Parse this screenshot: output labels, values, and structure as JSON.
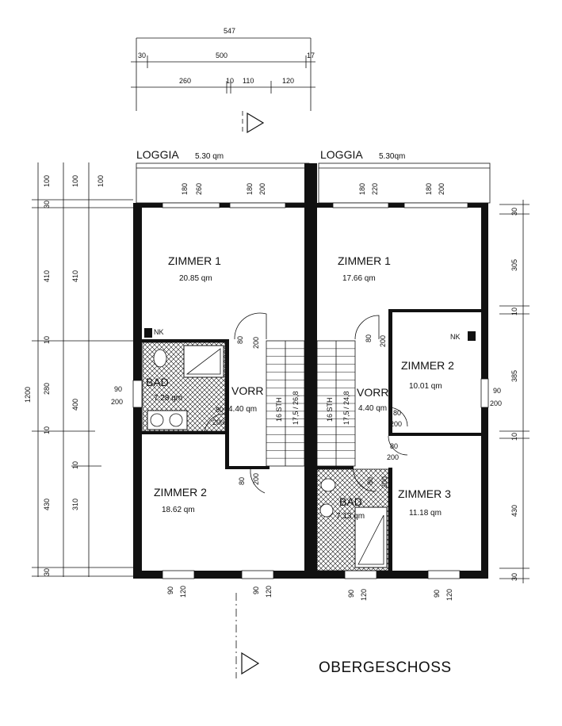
{
  "title": "OBERGESCHOSS",
  "top_dims": {
    "total": "547",
    "left_wall": "30",
    "inner": "500",
    "right_wall": "17",
    "seg1": "260",
    "seg2": "10",
    "seg3": "110",
    "seg4": "120"
  },
  "left_dims": {
    "col1": [
      "100",
      "30",
      "410",
      "10",
      "280",
      "10",
      "430",
      "30"
    ],
    "col1_total": "1200",
    "col2": [
      "100",
      "410",
      "400",
      "10",
      "310"
    ],
    "col3": [
      "100"
    ]
  },
  "right_dims": [
    "30",
    "305",
    "10",
    "385",
    "10",
    "430",
    "30"
  ],
  "loggia": {
    "left_label": "LOGGIA",
    "left_area": "5.30 qm",
    "right_label": "LOGGIA",
    "right_area": "5.30qm"
  },
  "window_dims": {
    "left_a": [
      "180",
      "260"
    ],
    "left_b": [
      "180",
      "200"
    ],
    "right_a": [
      "180",
      "220"
    ],
    "right_b": [
      "180",
      "200"
    ]
  },
  "rooms_left": [
    {
      "name": "ZIMMER 1",
      "area": "20.85 qm"
    },
    {
      "name": "BAD",
      "area": "7.28 qm"
    },
    {
      "name": "VORR",
      "area": "4.40 qm"
    },
    {
      "name": "ZIMMER 2",
      "area": "18.62 qm"
    }
  ],
  "rooms_right": [
    {
      "name": "ZIMMER 1",
      "area": "17.66 qm"
    },
    {
      "name": "ZIMMER 2",
      "area": "10.01 qm"
    },
    {
      "name": "VORR",
      "area": "4.40 qm"
    },
    {
      "name": "BAD",
      "area": "7.13 qm"
    },
    {
      "name": "ZIMMER 3",
      "area": "11.18 qm"
    }
  ],
  "nk_label": "NK",
  "door_dims": {
    "w80": "80",
    "h200": "200",
    "w90": "90"
  },
  "stair_labels": {
    "left": "16 STH",
    "left_ratio": "17,5 / 26,8",
    "right": "16 STH",
    "right_ratio": "17,5 / 24,8"
  },
  "bottom_dims": {
    "a": "90",
    "b": "120",
    "c": "90",
    "d": "120",
    "e": "90",
    "f": "120",
    "g": "90",
    "h": "120"
  }
}
